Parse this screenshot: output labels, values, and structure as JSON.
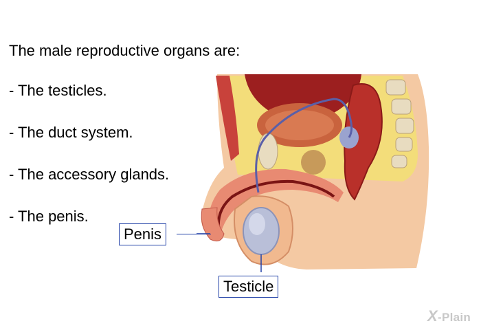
{
  "intro": "The male reproductive organs are:",
  "bullets": [
    "- The testicles.",
    "- The duct system.",
    "- The accessory glands.",
    "- The penis."
  ],
  "labels": {
    "penis": "Penis",
    "testicle": "Testicle"
  },
  "brand": {
    "mark": "X",
    "text": "-Plain"
  },
  "colors": {
    "callout_border": "#1f3fa6",
    "skin": "#f4c9a3",
    "muscle": "#c8423b",
    "bladder": "#c9633e",
    "testicle": "#b9bfd8",
    "bone": "#e8dcc0",
    "fat": "#f3dd7a"
  }
}
